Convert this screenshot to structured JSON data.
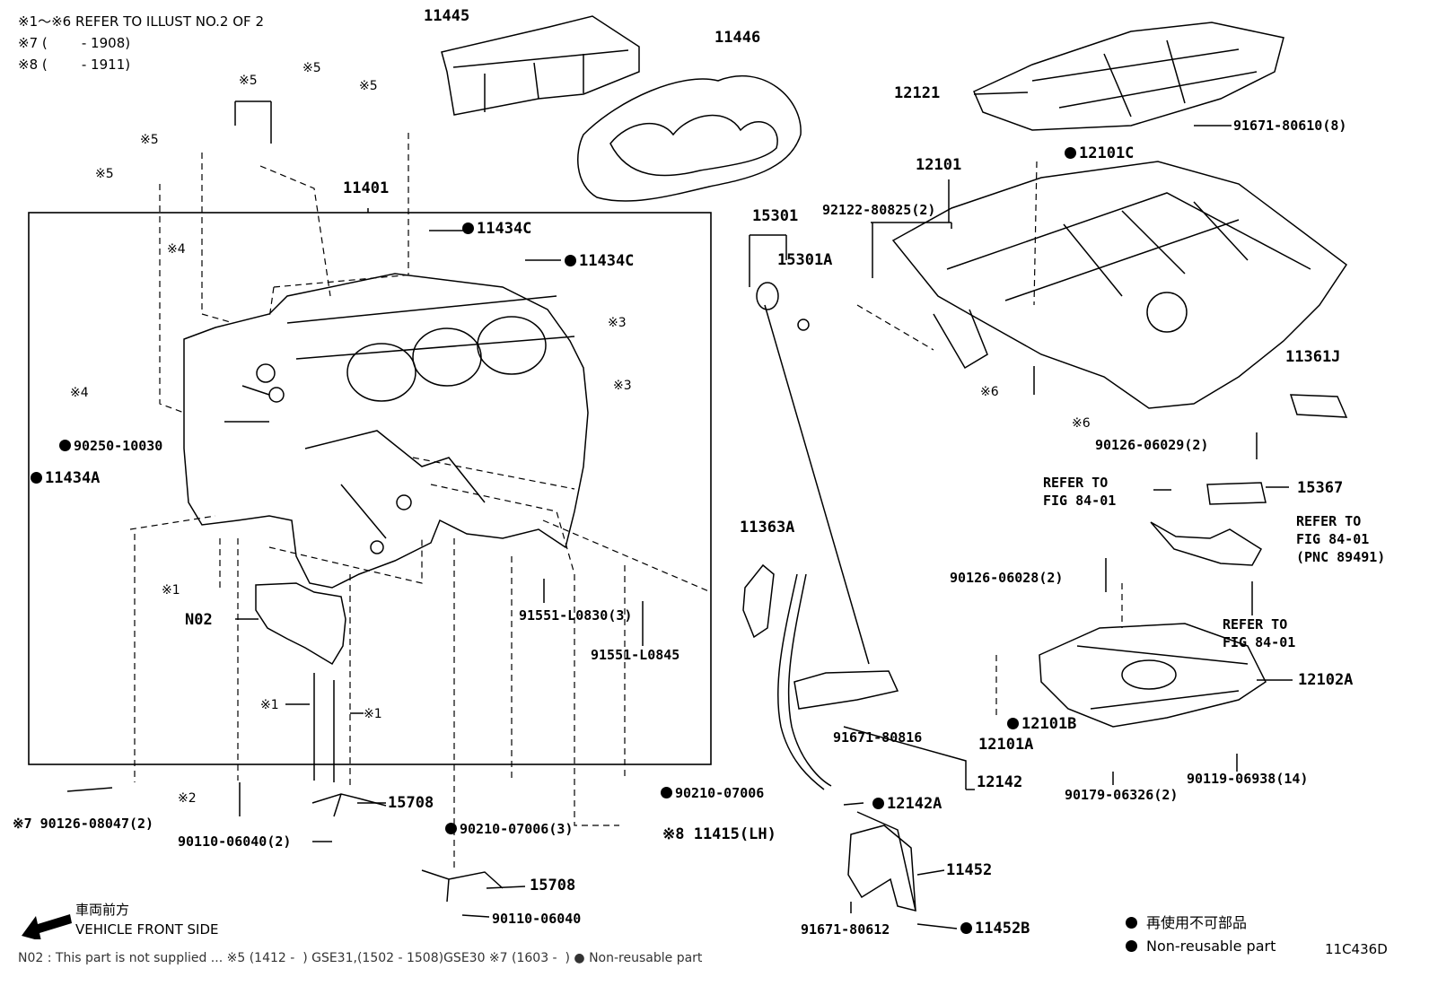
{
  "header_notes": [
    "※1～※6 REFER TO ILLUST NO.2 OF 2",
    "※7 (        - 1908)",
    "※8 (        - 1911)"
  ],
  "callouts": {
    "c11445": "11445",
    "c11446": "11446",
    "c12121": "12121",
    "c91671_80610": "91671-80610(8)",
    "c12101C": "12101C",
    "c12101": "12101",
    "c92122": "92122-80825(2)",
    "c11401": "11401",
    "c11434C_a": "11434C",
    "c11434C_b": "11434C",
    "c15301": "15301",
    "c15301A": "15301A",
    "m5_a": "※5",
    "m5_b": "※5",
    "m5_c": "※5",
    "m5_d": "※5",
    "m4_a": "※4",
    "m4_b": "※4",
    "m3_a": "※3",
    "m3_b": "※3",
    "m6_a": "※6",
    "m6_b": "※6",
    "c11361J": "11361J",
    "c90126_06029": "90126-06029(2)",
    "c90250": "90250-10030",
    "c11434A": "11434A",
    "c15367": "15367",
    "refer1": "REFER TO\nFIG 84-01",
    "refer2": "REFER TO\nFIG 84-01\n(PNC 89491)",
    "refer3": "REFER TO\nFIG 84-01",
    "c11363A": "11363A",
    "c90126_06028": "90126-06028(2)",
    "m1_a": "※1",
    "m1_b": "※1",
    "m1_c": "※1",
    "cN02": "N02",
    "c91551_L0830": "91551-L0830(3)",
    "c91551_L0845": "91551-L0845",
    "c12102A": "12102A",
    "c91671_80816": "91671-80816",
    "c12101B": "12101B",
    "c12101A": "12101A",
    "c12142": "12142",
    "c90119": "90119-06938(14)",
    "c90179": "90179-06326(2)",
    "c90210_a": "90210-07006",
    "c12142A": "12142A",
    "m2": "※2",
    "c15708_a": "15708",
    "c90126_08047": "※7 90126-08047(2)",
    "c90110_06040_2": "90110-06040(2)",
    "c90210_b": "90210-07006(3)",
    "c11415": "※8 11415(LH)",
    "c11452": "11452",
    "c15708_b": "15708",
    "c90110_06040": "90110-06040",
    "c91671_80612": "91671-80612",
    "c11452B": "11452B"
  },
  "front_side": {
    "jp": "車両前方",
    "en": "VEHICLE FRONT SIDE"
  },
  "legend": {
    "jp": "再使用不可部品",
    "en": "Non-reusable part"
  },
  "footnote": "N02 : This part is not supplied ... ※5 (1412 -  ) GSE31,(1502 - 1508)GSE30 ※7 (1603 -  ) ● Non-reusable part",
  "illust_id": "11C436D"
}
